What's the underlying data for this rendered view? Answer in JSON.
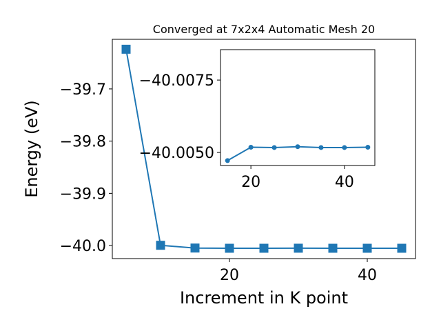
{
  "chart_data": [
    {
      "type": "line",
      "title": "Converged at 7x2x4 Automatic Mesh 20",
      "xlabel": "Increment in K point",
      "ylabel": "Energy (eV)",
      "x": [
        5,
        10,
        15,
        20,
        25,
        30,
        35,
        40,
        45
      ],
      "series": [
        {
          "values": [
            -39.624,
            -39.9995,
            -40.0048,
            -40.0052,
            -40.0052,
            -40.0051,
            -40.0052,
            -40.0052,
            -40.0052
          ]
        }
      ],
      "marker": "square",
      "color": "#1f77b4",
      "xlim": [
        3,
        47
      ],
      "ylim": [
        -40.025,
        -39.605
      ],
      "xticks": [
        20,
        40
      ],
      "xtick_labels": [
        "20",
        "40"
      ],
      "yticks": [
        -39.7,
        -39.8,
        -39.9,
        -40.0
      ],
      "ytick_labels": [
        "−39.7",
        "−39.8",
        "−39.9",
        "−40.0"
      ],
      "grid": false
    },
    {
      "type": "line",
      "title": "",
      "inset": true,
      "x": [
        15,
        20,
        25,
        30,
        35,
        40,
        45
      ],
      "series": [
        {
          "values": [
            -40.00472,
            -40.00518,
            -40.00517,
            -40.0052,
            -40.00517,
            -40.00517,
            -40.00518
          ]
        }
      ],
      "marker": "circle",
      "color": "#1f77b4",
      "xlim": [
        13.5,
        46.5
      ],
      "ylim": [
        -40.00455,
        -40.00855
      ],
      "xticks": [
        20,
        40
      ],
      "xtick_labels": [
        "20",
        "40"
      ],
      "yticks": [
        -40.005,
        -40.0075
      ],
      "ytick_labels": [
        "−40.0050",
        "−40.0075"
      ],
      "grid": false
    }
  ]
}
